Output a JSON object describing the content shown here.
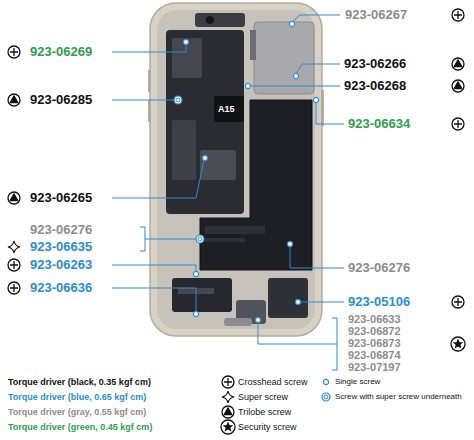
{
  "diagram": {
    "labels": [
      "923-06267",
      "923-06269",
      "923-06266",
      "923-06268",
      "923-06285",
      "923-06634",
      "A15",
      "923-06265",
      "923-06276",
      "923-06635",
      "923-06276",
      "923-06263",
      "923-05106",
      "923-06636",
      "923-06633",
      "923-06872",
      "923-06873",
      "923-06874",
      "923-07197"
    ],
    "legend": [
      {
        "text": "Torque driver (black, 0.35 kgf cm)",
        "color": "#111111"
      },
      {
        "text": "Torque driver (blue, 0.65 kgf cm)",
        "color": "#2a8dd4"
      },
      {
        "text": "Torque driver (gray, 0.55 kgf cm)",
        "color": "#8c8c8c"
      },
      {
        "text": "Torque driver (green, 0.45 kgf cm)",
        "color": "#2e9e4f"
      },
      {
        "text": "Crosshead screw"
      },
      {
        "text": "Super screw"
      },
      {
        "text": "Trilobe screw"
      },
      {
        "text": "Security screw"
      },
      {
        "text": "Single screw"
      },
      {
        "text": "Screw with super screw underneath"
      }
    ]
  }
}
